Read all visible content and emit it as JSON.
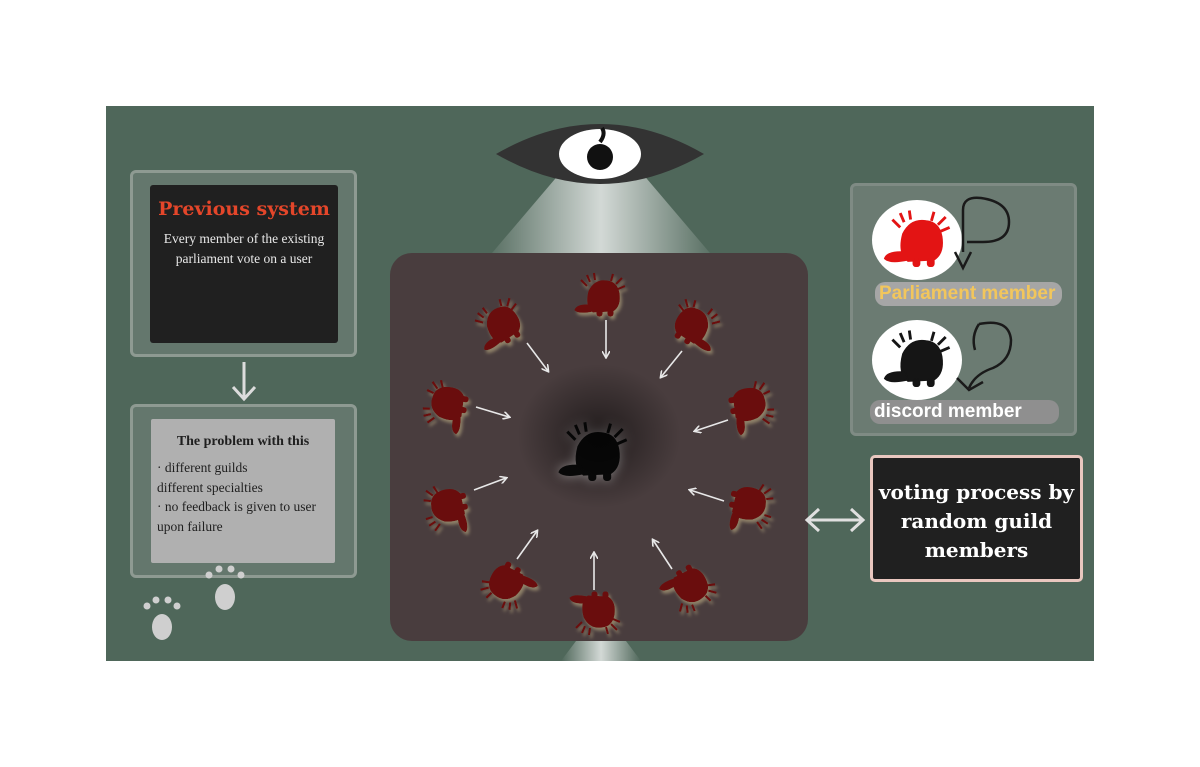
{
  "previous_system": {
    "title": "Previous system",
    "description_lines": [
      "Every member of the existing",
      "parliament vote on a user"
    ]
  },
  "problem": {
    "title": "The problem with this",
    "lines": [
      "·  different guilds",
      "different specialties",
      "·  no feedback is given to user",
      "upon failure"
    ]
  },
  "legend": {
    "parliament_label": "Parliament member",
    "discord_label": "discord member"
  },
  "voting_process": {
    "lines": [
      "voting process by",
      "random guild",
      "members"
    ]
  },
  "colors": {
    "background": "#4f675a",
    "board": "#493d3e",
    "parliament_red": "#e31414",
    "voter_dark_red": "#6b0d0d",
    "title_red": "#e4462a",
    "parliament_label": "#f2c65c",
    "voting_border": "#e9c7bf"
  },
  "icons": {
    "eye": "eye-icon",
    "paw_prints": "paw-print-icon",
    "voter": "axolotl-voter-icon",
    "center_user": "axolotl-user-icon"
  }
}
